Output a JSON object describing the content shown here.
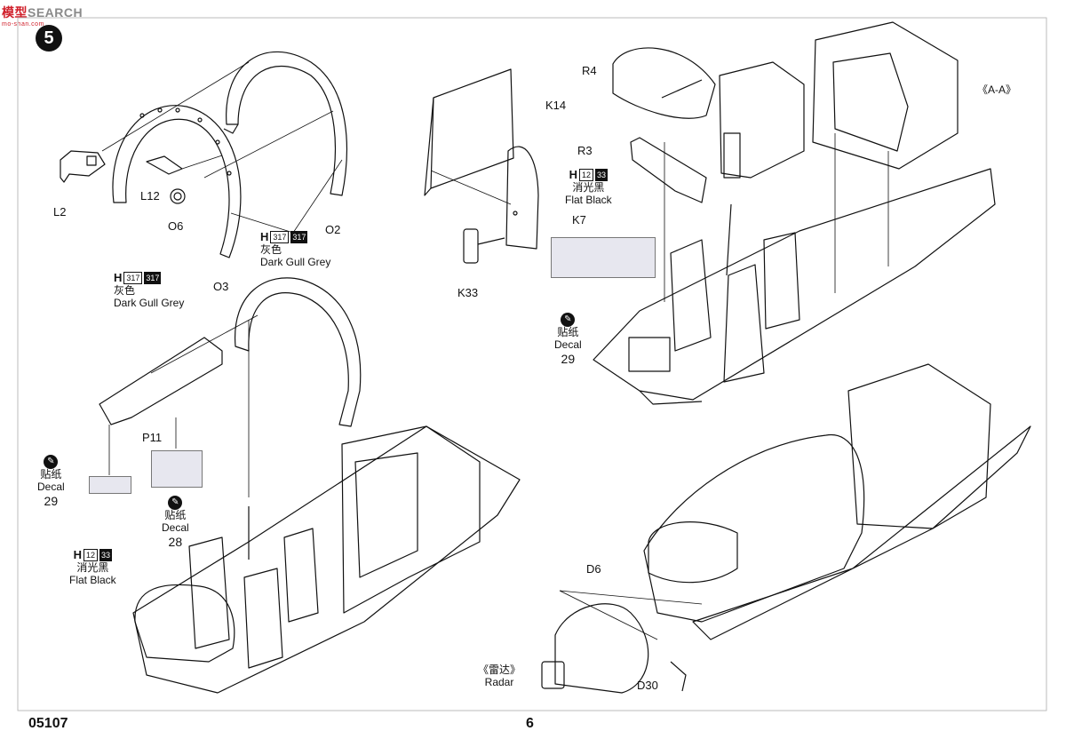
{
  "header": {
    "logo_text_cn": "模型",
    "logo_text_en": "SEARCH",
    "logo_subtext": "mo-shan.com",
    "step_number": "5"
  },
  "footer": {
    "kit_number": "05107",
    "page_number": "6"
  },
  "parts": {
    "L2": "L2",
    "L12": "L12",
    "O6": "O6",
    "O3": "O3",
    "O2": "O2",
    "K14": "K14",
    "K7": "K7",
    "K33": "K33",
    "R3": "R3",
    "R4": "R4",
    "P11": "P11",
    "D6": "D6",
    "D30": "D30",
    "AA": "《A-A》"
  },
  "paint": {
    "h317_code": "H",
    "h317_c1": "317",
    "h317_c2": "317",
    "h317_cn": "灰色",
    "h317_en": "Dark Gull Grey",
    "h12_code": "H",
    "h12_c1": "12",
    "h12_c2": "33",
    "h12_cn": "消光黑",
    "h12_en": "Flat Black"
  },
  "decals": {
    "icon": "decal-icon",
    "cn": "贴纸",
    "en": "Decal",
    "n29": "29",
    "n28": "28"
  },
  "radar": {
    "cn": "《雷达》",
    "en": "Radar"
  }
}
